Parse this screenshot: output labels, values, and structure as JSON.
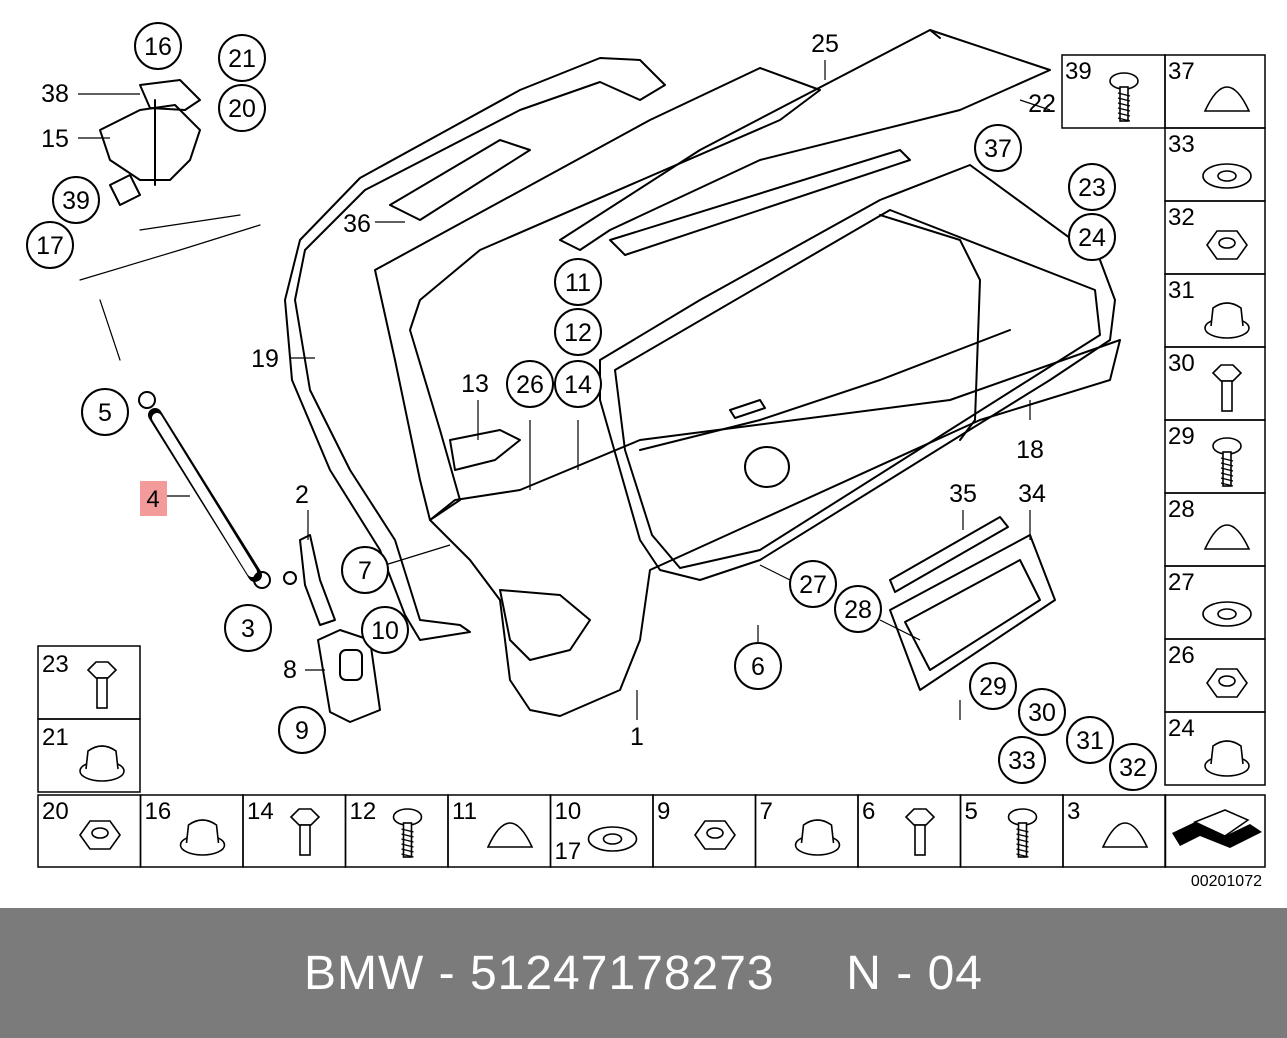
{
  "diagram": {
    "callouts": [
      {
        "id": "c16",
        "label": "16"
      },
      {
        "id": "c21",
        "label": "21"
      },
      {
        "id": "c20",
        "label": "20"
      },
      {
        "id": "c39",
        "label": "39"
      },
      {
        "id": "c17",
        "label": "17"
      },
      {
        "id": "c5",
        "label": "5"
      },
      {
        "id": "c3",
        "label": "3"
      },
      {
        "id": "c10",
        "label": "10"
      },
      {
        "id": "c9",
        "label": "9"
      },
      {
        "id": "c7",
        "label": "7"
      },
      {
        "id": "c26",
        "label": "26"
      },
      {
        "id": "c14",
        "label": "14"
      },
      {
        "id": "c11",
        "label": "11"
      },
      {
        "id": "c12",
        "label": "12"
      },
      {
        "id": "c6",
        "label": "6"
      },
      {
        "id": "c27",
        "label": "27"
      },
      {
        "id": "c28",
        "label": "28"
      },
      {
        "id": "c29",
        "label": "29"
      },
      {
        "id": "c30",
        "label": "30"
      },
      {
        "id": "c31",
        "label": "31"
      },
      {
        "id": "c32",
        "label": "32"
      },
      {
        "id": "c33",
        "label": "33"
      },
      {
        "id": "c37",
        "label": "37"
      },
      {
        "id": "c23",
        "label": "23"
      },
      {
        "id": "c24",
        "label": "24"
      }
    ],
    "plain_labels": [
      {
        "id": "p38",
        "label": "38"
      },
      {
        "id": "p15",
        "label": "15"
      },
      {
        "id": "p19",
        "label": "19"
      },
      {
        "id": "p36",
        "label": "36"
      },
      {
        "id": "p25",
        "label": "25"
      },
      {
        "id": "p22",
        "label": "22"
      },
      {
        "id": "p18",
        "label": "18"
      },
      {
        "id": "p13",
        "label": "13"
      },
      {
        "id": "p2",
        "label": "2"
      },
      {
        "id": "p8",
        "label": "8"
      },
      {
        "id": "p1",
        "label": "1"
      },
      {
        "id": "p35",
        "label": "35"
      },
      {
        "id": "p34",
        "label": "34"
      }
    ],
    "highlight_label": "4",
    "highlight_color": "#f39a9a",
    "right_column": [
      "39",
      "37",
      "33",
      "32",
      "31",
      "30",
      "29",
      "28",
      "27",
      "26",
      "24"
    ],
    "left_column": [
      "23",
      "21"
    ],
    "bottom_row": [
      {
        "l1": "20",
        "l2": ""
      },
      {
        "l1": "16",
        "l2": ""
      },
      {
        "l1": "14",
        "l2": ""
      },
      {
        "l1": "12",
        "l2": ""
      },
      {
        "l1": "11",
        "l2": ""
      },
      {
        "l1": "10",
        "l2": "17"
      },
      {
        "l1": "9",
        "l2": ""
      },
      {
        "l1": "7",
        "l2": ""
      },
      {
        "l1": "6",
        "l2": ""
      },
      {
        "l1": "5",
        "l2": ""
      },
      {
        "l1": "3",
        "l2": ""
      }
    ],
    "diagram_code": "00201072"
  },
  "footer": {
    "text": "BMW - 51247178273     N - 04",
    "background": "#7b7b7b"
  }
}
